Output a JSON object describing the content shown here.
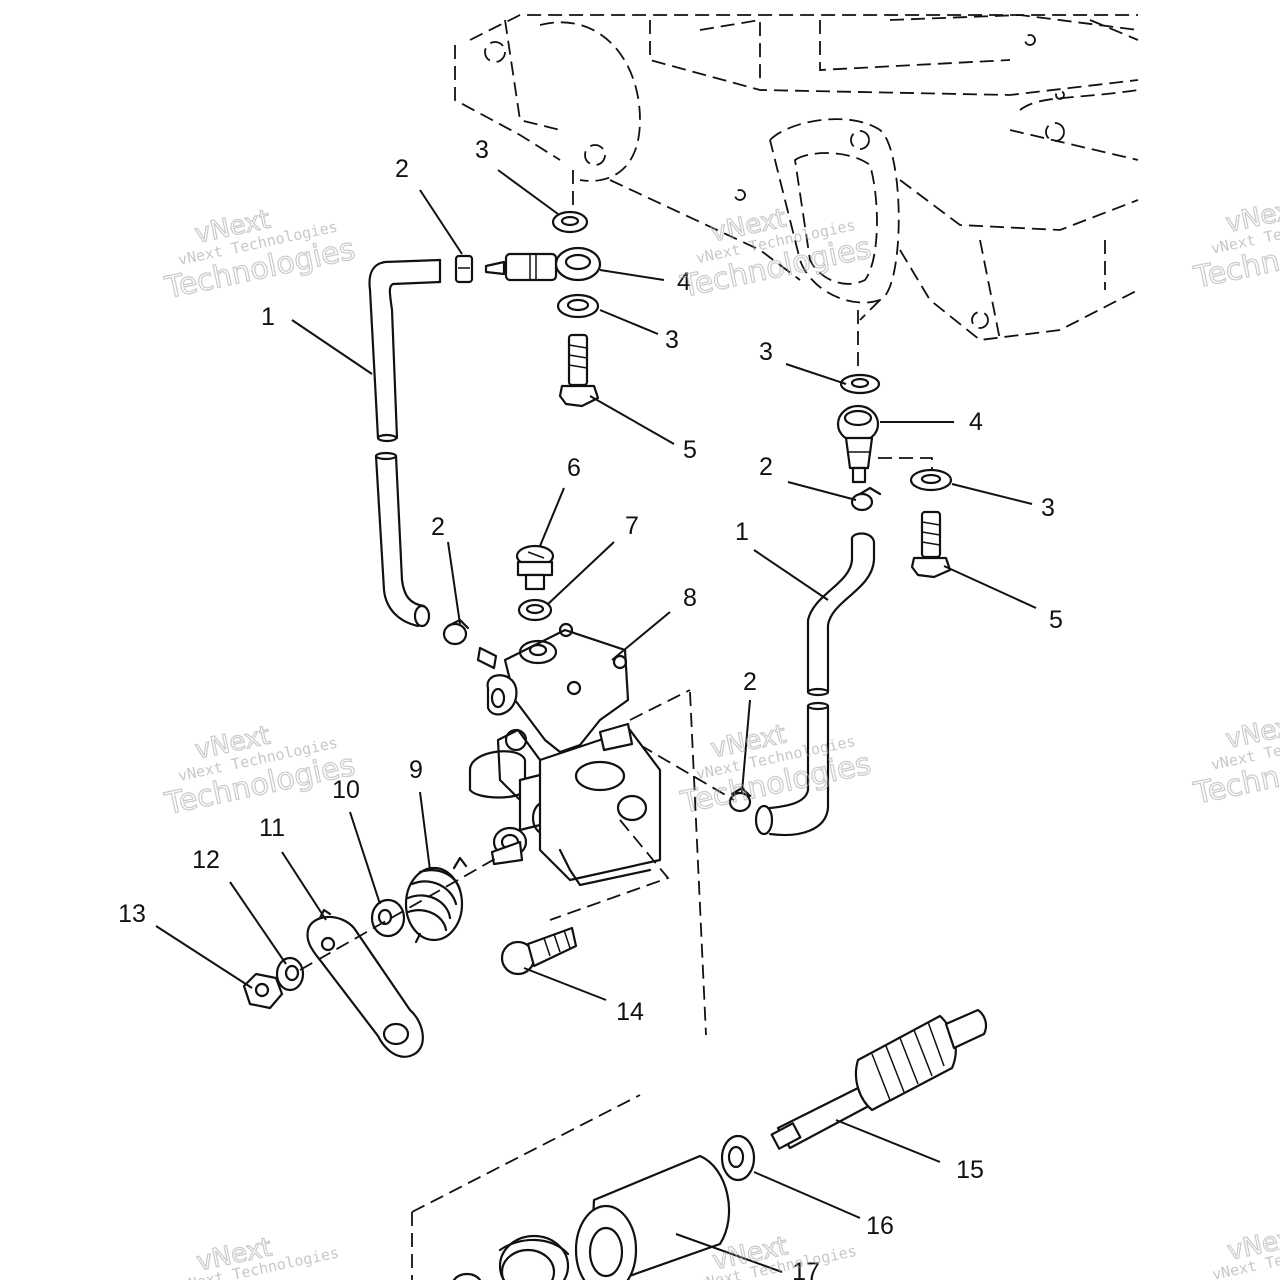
{
  "watermark": {
    "line1": "vNext Technologies",
    "line2": "Technologies",
    "brand": "vNext"
  },
  "callouts": {
    "c1a": "1",
    "c1b": "1",
    "c2a": "2",
    "c2b": "2",
    "c2c": "2",
    "c2d": "2",
    "c3a": "3",
    "c3b": "3",
    "c3c": "3",
    "c3d": "3",
    "c4a": "4",
    "c4b": "4",
    "c5a": "5",
    "c5b": "5",
    "c6": "6",
    "c7": "7",
    "c8": "8",
    "c9": "9",
    "c10": "10",
    "c11": "11",
    "c12": "12",
    "c13": "13",
    "c14": "14",
    "c15": "15",
    "c16": "16",
    "c17": "17"
  }
}
